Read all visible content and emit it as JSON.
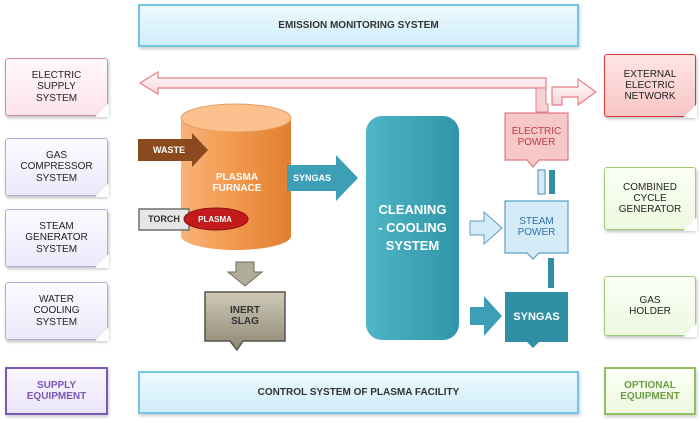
{
  "header": {
    "title": "EMISSION MONITORING SYSTEM"
  },
  "footer": {
    "title": "CONTROL  SYSTEM OF PLASMA FACILITY"
  },
  "left_systems": [
    {
      "label": "ELECTRIC SUPPLY SYSTEM"
    },
    {
      "label": "GAS COMPRESSOR SYSTEM"
    },
    {
      "label": "STEAM GENERATOR SYSTEM"
    },
    {
      "label": "WATER COOLING SYSTEM"
    }
  ],
  "right_systems": [
    {
      "label": "EXTERNAL ELECTRIC NETWORK"
    },
    {
      "label": "COMBINED CYCLE GENERATOR"
    },
    {
      "label": "GAS HOLDER"
    }
  ],
  "legend": {
    "supply": "SUPPLY EQUIPMENT",
    "optional": "OPTIONAL EQUIPMENT"
  },
  "process": {
    "waste": "WASTE",
    "torch": "TORCH",
    "plasma": "PLASMA",
    "furnace": "PLASMA FURNACE",
    "syngas_arrow": "SYNGAS",
    "slag": "INERT SLAG",
    "cleaning": "CLEANING - COOLING SYSTEM",
    "electric_power": "ELECTRIC POWER",
    "steam_power": "STEAM POWER",
    "syngas_out": "SYNGAS"
  },
  "colors": {
    "furnace": "#f39a4f",
    "cleaning": "#3ba6b8",
    "teal_arrow": "#3d9fb5",
    "waste": "#8b4a1e",
    "plasma": "#c31b1b",
    "slag": "#9e9886",
    "electric_power": "#f6c8c8",
    "steam_power": "#d5ecf8",
    "syngas_out": "#2f8fa4",
    "bar_border": "#72c5e3"
  }
}
